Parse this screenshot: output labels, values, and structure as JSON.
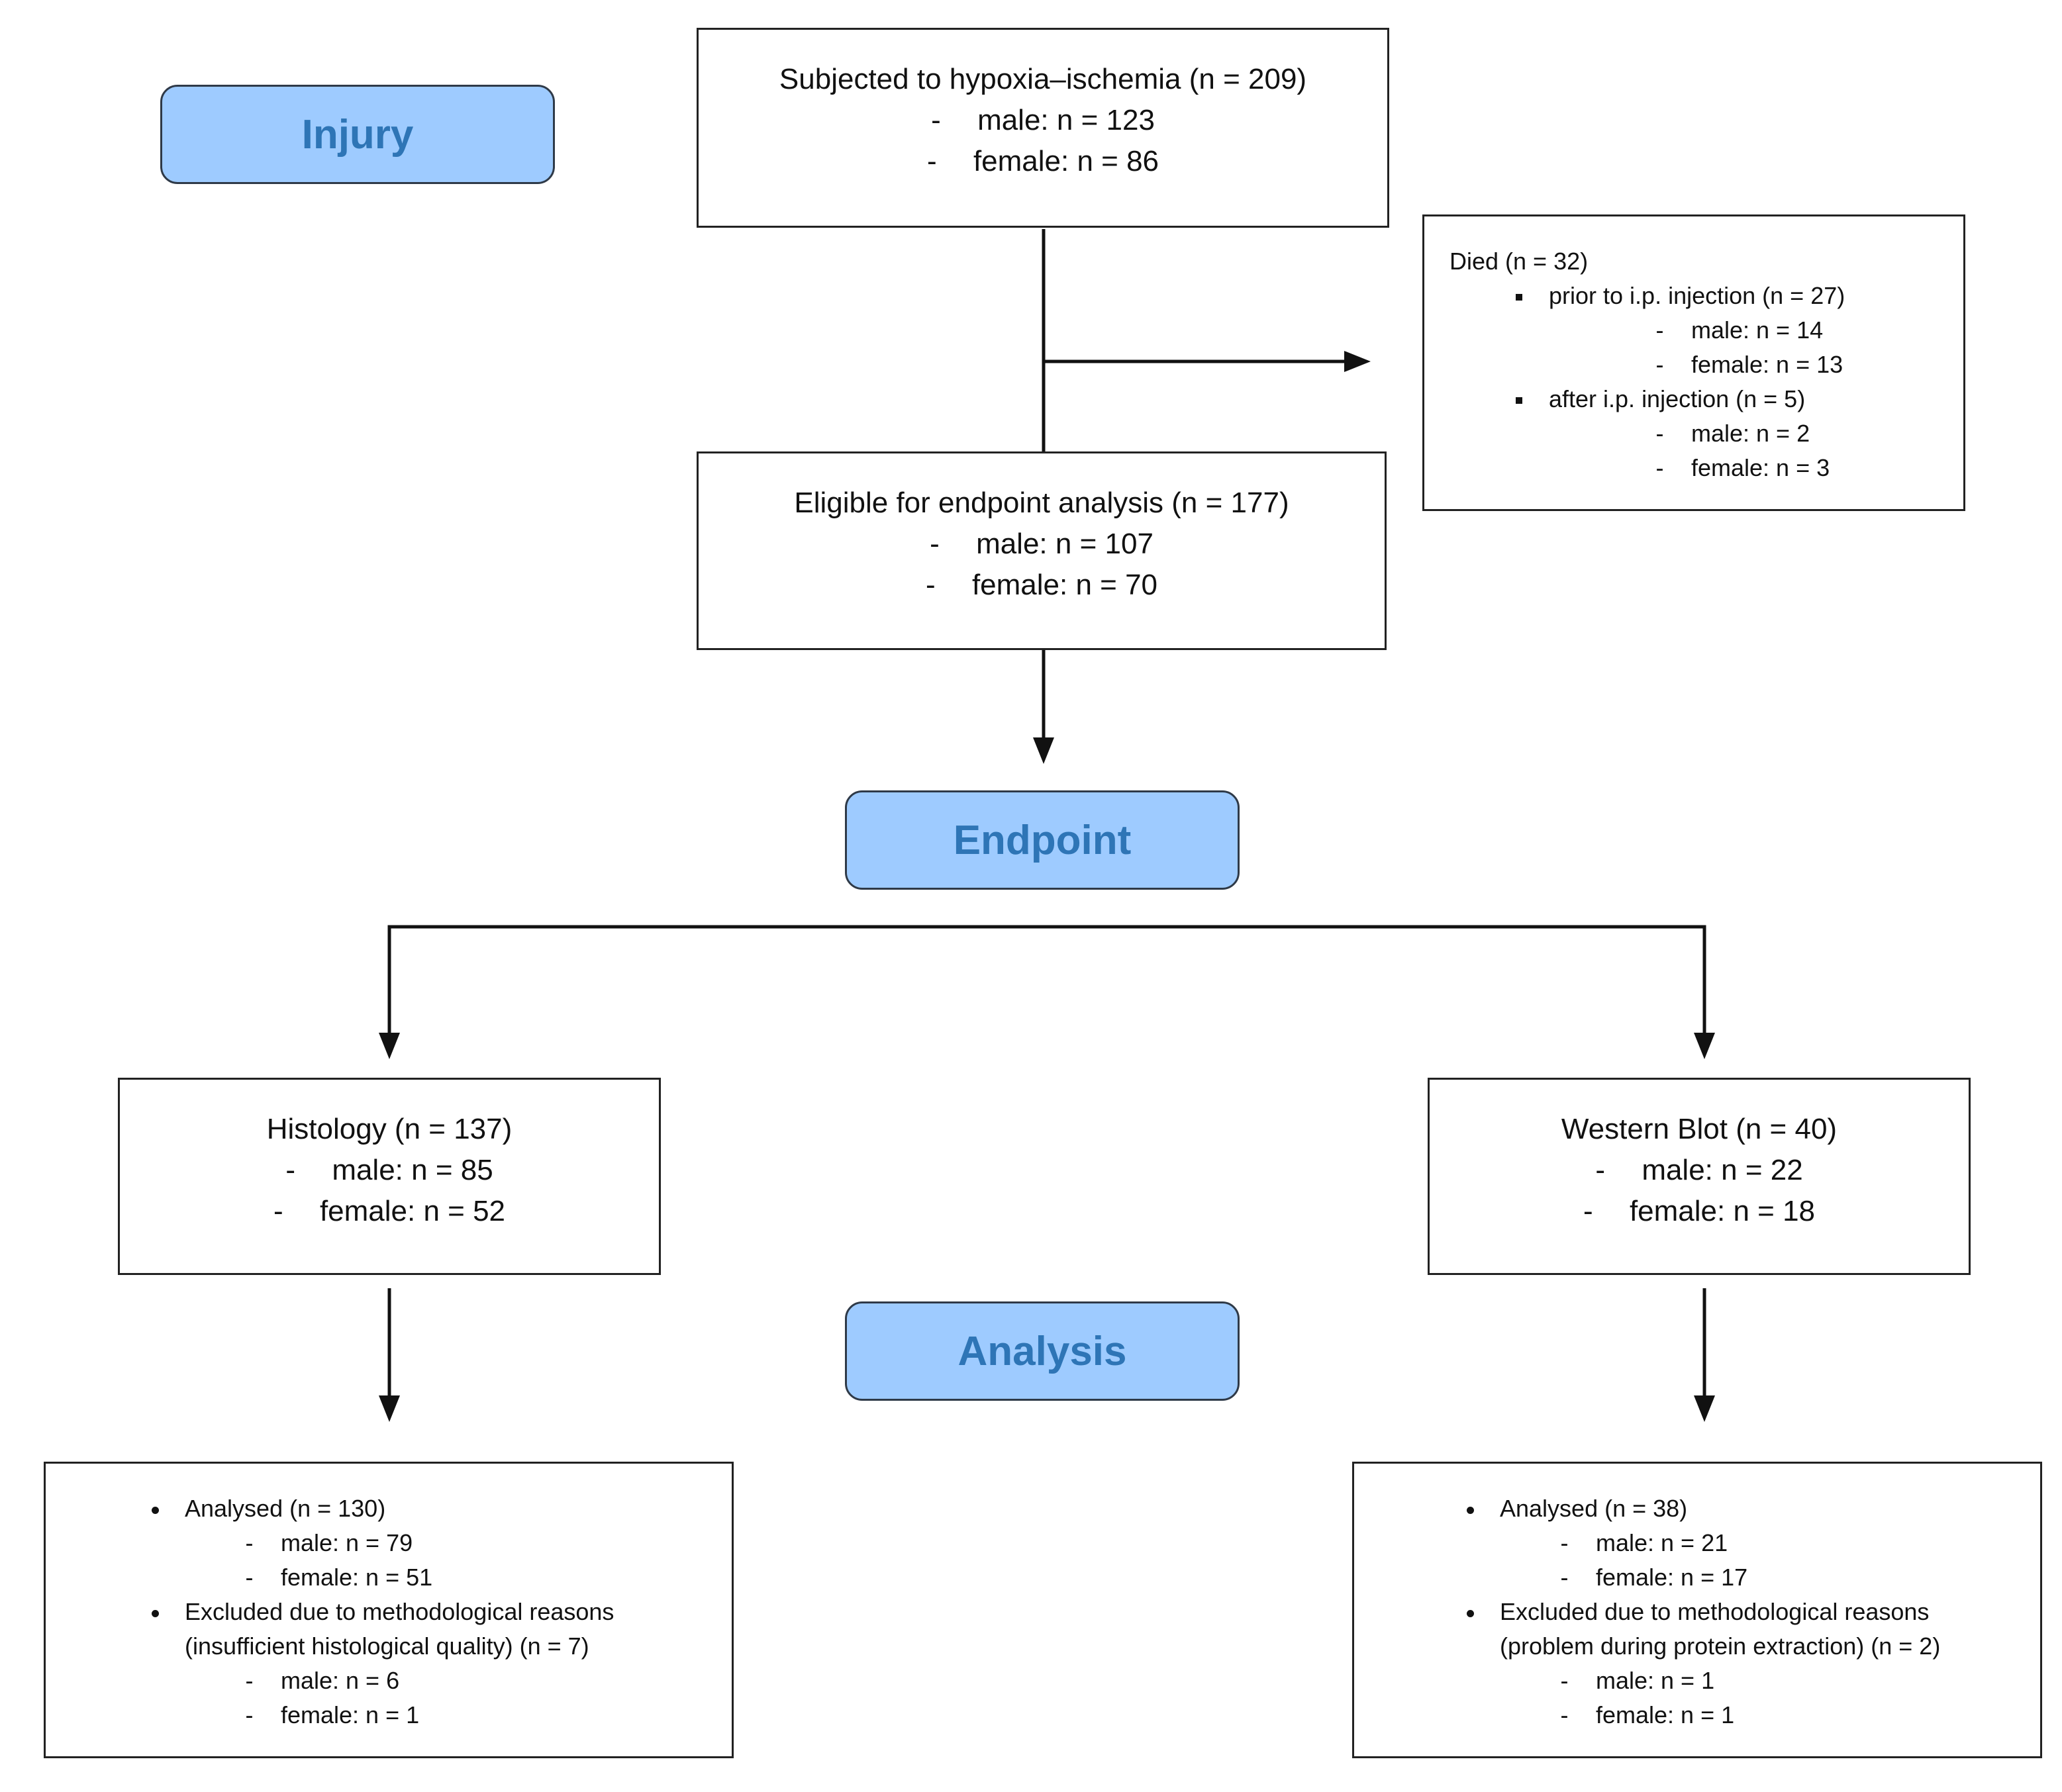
{
  "stages": {
    "injury": "Injury",
    "endpoint": "Endpoint",
    "analysis": "Analysis"
  },
  "colors": {
    "stage_fill": "#9ecbff",
    "stage_text": "#2e75b6",
    "line": "#111111"
  },
  "hypoxia_box": {
    "title": "Subjected to hypoxia–ischemia (n = 209)",
    "male": "male: n = 123",
    "female": "female: n = 86"
  },
  "died_box": {
    "title": "Died (n = 32)",
    "prior": "prior to i.p. injection (n = 27)",
    "prior_male": "male: n = 14",
    "prior_female": "female: n = 13",
    "after": "after i.p. injection (n = 5)",
    "after_male": "male: n = 2",
    "after_female": "female: n = 3"
  },
  "eligible_box": {
    "title": "Eligible for endpoint analysis (n = 177)",
    "male": "male: n = 107",
    "female": "female: n = 70"
  },
  "histology_box": {
    "title": "Histology (n = 137)",
    "male": "male: n = 85",
    "female": "female: n = 52"
  },
  "western_box": {
    "title": "Western Blot (n = 40)",
    "male": "male: n = 22",
    "female": "female: n = 18"
  },
  "histology_analysis_box": {
    "analysed": "Analysed (n = 130)",
    "analysed_male": "male: n = 79",
    "analysed_female": "female: n = 51",
    "excluded_line1": "Excluded due to methodological reasons",
    "excluded_line2": "(insufficient histological quality) (n = 7)",
    "excluded_male": "male: n = 6",
    "excluded_female": "female: n = 1"
  },
  "western_analysis_box": {
    "analysed": "Analysed (n = 38)",
    "analysed_male": "male: n = 21",
    "analysed_female": "female: n = 17",
    "excluded_line1": "Excluded due to methodological reasons",
    "excluded_line2": "(problem during protein extraction) (n = 2)",
    "excluded_male": "male: n = 1",
    "excluded_female": "female: n = 1"
  }
}
